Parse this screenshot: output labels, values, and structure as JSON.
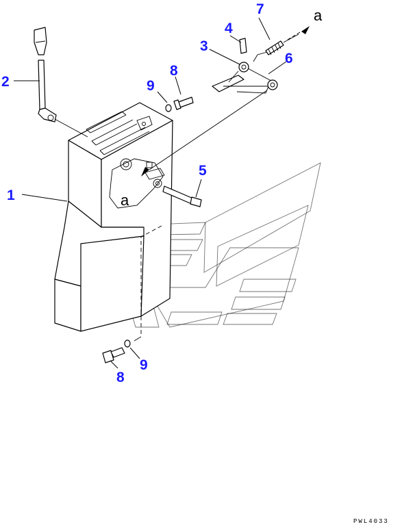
{
  "callouts": {
    "c1": "1",
    "c2": "2",
    "c3": "3",
    "c4": "4",
    "c5": "5",
    "c6": "6",
    "c7": "7",
    "c8_top": "8",
    "c8_bottom": "8",
    "c9_top": "9",
    "c9_bottom": "9"
  },
  "ref_markers": {
    "arrow_a": "a",
    "bracket_a": "a"
  },
  "drawing_code": "PWL4033",
  "colors": {
    "callout": "#1a1aff",
    "line": "#000000",
    "background": "#ffffff"
  }
}
